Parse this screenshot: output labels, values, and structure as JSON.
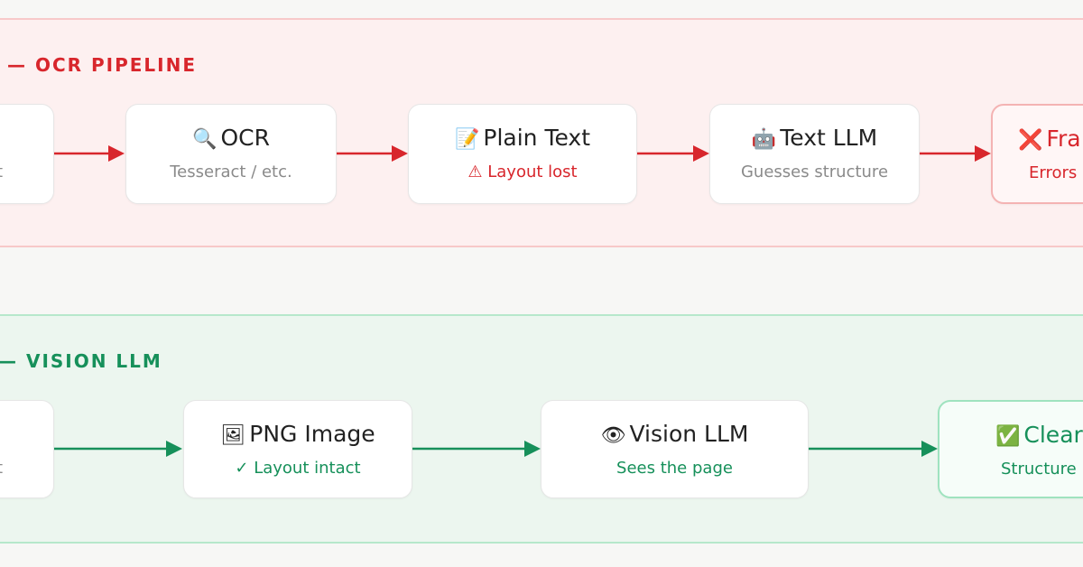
{
  "sections": [
    {
      "title": "— OCR PIPELINE",
      "partial_left_label": "t",
      "nodes": [
        {
          "icon": "🔍",
          "icon_name": "magnifier-icon",
          "label": "OCR",
          "sub": "Tesseract / etc."
        },
        {
          "icon": "📝",
          "icon_name": "memo-icon",
          "label": "Plain Text",
          "sub": "⚠ Layout lost"
        },
        {
          "icon": "🤖",
          "icon_name": "robot-icon",
          "label": "Text LLM",
          "sub": "Guesses structure"
        },
        {
          "icon": "❌",
          "icon_name": "cross-icon",
          "label": "Fra",
          "sub": "Errors"
        }
      ]
    },
    {
      "title": "— VISION LLM",
      "partial_left_label": "t",
      "nodes": [
        {
          "icon": "🖼",
          "icon_name": "framed-picture-icon",
          "label": "PNG Image",
          "sub": "✓ Layout intact"
        },
        {
          "icon": "👁",
          "icon_name": "eye-icon",
          "label": "Vision LLM",
          "sub": "Sees the page"
        },
        {
          "icon": "✅",
          "icon_name": "check-mark-icon",
          "label": "Clear",
          "sub": "Structure"
        }
      ]
    }
  ],
  "colors": {
    "red_accent": "#d8262c",
    "green_accent": "#16905a",
    "red_panel": "#fdf0f0",
    "green_panel": "#ecf6ef"
  }
}
